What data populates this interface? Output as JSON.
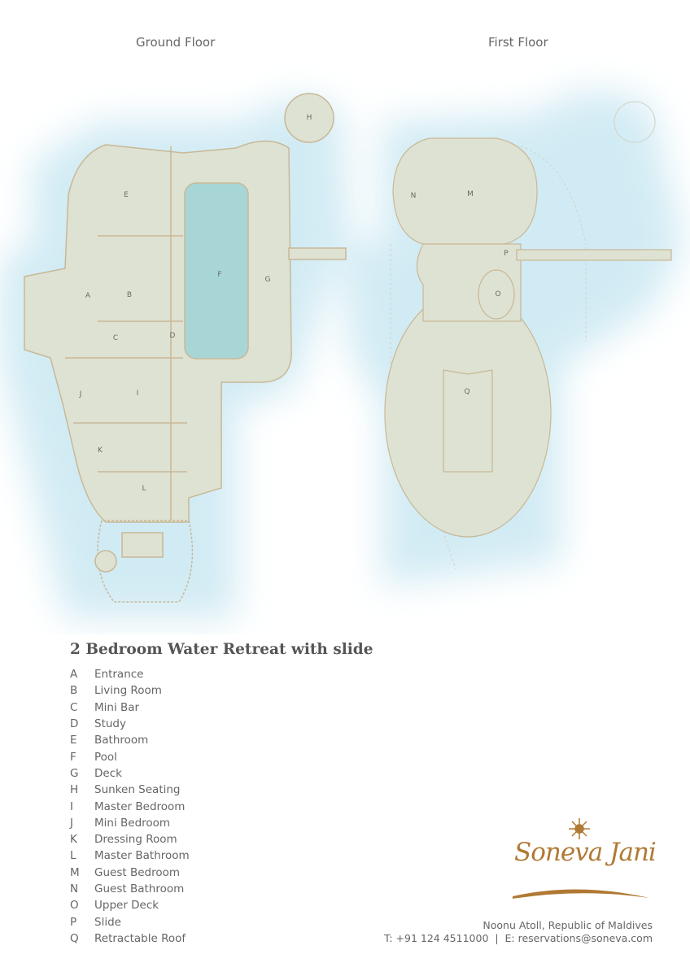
{
  "floors": {
    "ground": "Ground Floor",
    "first": "First Floor"
  },
  "rooms_ground": [
    "A",
    "B",
    "C",
    "D",
    "E",
    "F",
    "G",
    "H",
    "I",
    "J",
    "K",
    "L"
  ],
  "rooms_first": [
    "M",
    "N",
    "O",
    "P",
    "Q"
  ],
  "title": "2 Bedroom Water Retreat with slide",
  "legend": [
    {
      "key": "A",
      "label": "Entrance"
    },
    {
      "key": "B",
      "label": "Living Room"
    },
    {
      "key": "C",
      "label": "Mini Bar"
    },
    {
      "key": "D",
      "label": "Study"
    },
    {
      "key": "E",
      "label": "Bathroom"
    },
    {
      "key": "F",
      "label": "Pool"
    },
    {
      "key": "G",
      "label": "Deck"
    },
    {
      "key": "H",
      "label": "Sunken Seating"
    },
    {
      "key": "I",
      "label": "Master Bedroom"
    },
    {
      "key": "J",
      "label": "Mini Bedroom"
    },
    {
      "key": "K",
      "label": "Dressing Room"
    },
    {
      "key": "L",
      "label": "Master Bathroom"
    },
    {
      "key": "M",
      "label": "Guest Bedroom"
    },
    {
      "key": "N",
      "label": "Guest Bathroom"
    },
    {
      "key": "O",
      "label": "Upper Deck"
    },
    {
      "key": "P",
      "label": "Slide"
    },
    {
      "key": "Q",
      "label": "Retractable Roof"
    }
  ],
  "brand": {
    "name": "Soneva Jani",
    "color": "#b07a34"
  },
  "contact": {
    "location": "Noonu Atoll, Republic of Maldives",
    "phone_email": "T: +91 124 4511000  |  E: reservations@soneva.com"
  },
  "colors": {
    "water": "#d3ecf4",
    "floor": "#dee2d3",
    "wall": "#c8b896",
    "pool": "#a8d6d6"
  }
}
